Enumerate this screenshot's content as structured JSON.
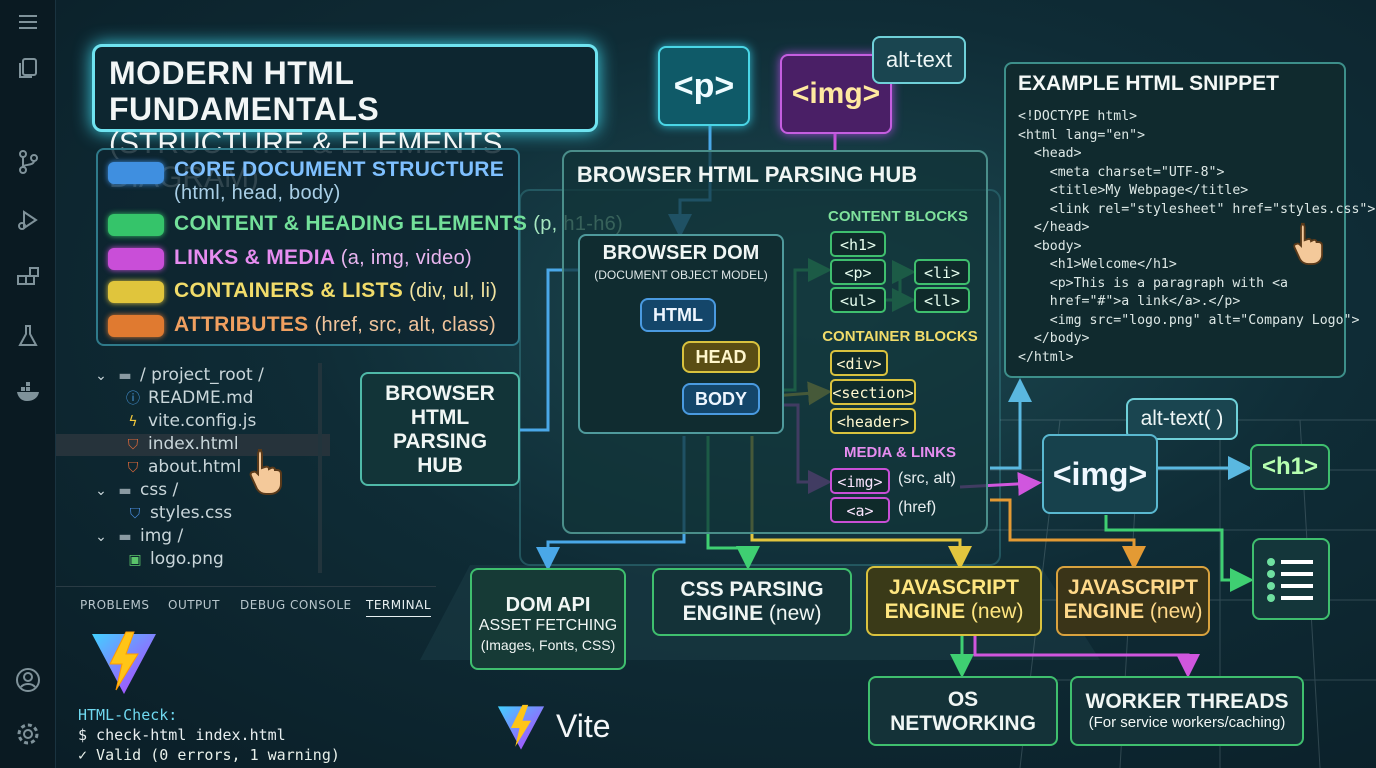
{
  "title": {
    "line1": "MODERN HTML FUNDAMENTALS",
    "line2": "(STRUCTURE & ELEMENTS DIAGRAM)"
  },
  "legend": [
    {
      "title": "CORE DOCUMENT STRUCTURE",
      "sub": "(html, head, body)",
      "color": "#3f8fe0"
    },
    {
      "title": "CONTENT & HEADING ELEMENTS",
      "sub": "(p, h1-h6)",
      "color": "#35c46a"
    },
    {
      "title": "LINKS & MEDIA",
      "sub": "(a, img, video)",
      "color": "#c94ed8"
    },
    {
      "title": "CONTAINERS & LISTS",
      "sub": "(div, ul, li)",
      "color": "#e0c53c"
    },
    {
      "title": "ATTRIBUTES",
      "sub": "(href, src, alt, class)",
      "color": "#e07a30"
    }
  ],
  "explorer": {
    "items": [
      {
        "label": "/ project_root /",
        "icon": "folder-icon"
      },
      {
        "label": "README.md",
        "icon": "info-icon"
      },
      {
        "label": "vite.config.js",
        "icon": "vite-icon"
      },
      {
        "label": "index.html",
        "icon": "html5-icon"
      },
      {
        "label": "about.html",
        "icon": "html5-icon"
      },
      {
        "label": "css /",
        "icon": "folder-icon"
      },
      {
        "label": "styles.css",
        "icon": "css3-icon"
      },
      {
        "label": "img /",
        "icon": "folder-icon"
      },
      {
        "label": "logo.png",
        "icon": "image-icon"
      }
    ]
  },
  "panel": {
    "tabs": [
      "PROBLEMS",
      "OUTPUT",
      "DEBUG CONSOLE",
      "TERMINAL"
    ],
    "active": "TERMINAL"
  },
  "terminal": {
    "lines": [
      "HTML-Check:",
      "$ check-html index.html",
      "✓ Valid (0 errors, 1 warning)"
    ]
  },
  "vite": {
    "label": "Vite"
  },
  "top_tags": {
    "p": "<p>",
    "img": "<img>",
    "alt": "alt-text"
  },
  "hub": {
    "title": "BROWSER HTML PARSING HUB"
  },
  "dom": {
    "title": "BROWSER DOM",
    "subtitle": "(DOCUMENT OBJECT MODEL)",
    "html": "HTML",
    "head": "HEAD",
    "body": "BODY"
  },
  "left_hub": {
    "lines": [
      "BROWSER",
      "HTML",
      "PARSING",
      "HUB"
    ]
  },
  "content_blocks": {
    "title": "CONTENT BLOCKS",
    "h1": "<h1>",
    "p": "<p>",
    "ul": "<ul>",
    "li1": "<li>",
    "li2": "<ll>"
  },
  "container_blocks": {
    "title": "CONTAINER BLOCKS",
    "div": "<div>",
    "section": "<section>",
    "header": "<header>"
  },
  "media_links": {
    "title": "MEDIA & LINKS",
    "img": "<img>",
    "img_attr": "(src, alt)",
    "a": "<a>",
    "a_attr": "(href)"
  },
  "snippet": {
    "title": "EXAMPLE HTML SNIPPET",
    "lines": [
      "<!DOCTYPE html>",
      "<html lang=\"en\">",
      "  <head>",
      "    <meta charset=\"UTF-8\">",
      "    <title>My Webpage</title>",
      "    <link rel=\"stylesheet\" href=\"styles.css\">",
      "  </head>",
      "  <body>",
      "    <h1>Welcome</h1>",
      "    <p>This is a paragraph with <a",
      "    href=\"#\">a link</a>.</p>",
      "    <img src=\"logo.png\" alt=\"Company Logo\">",
      "  </body>",
      "</html>"
    ]
  },
  "right_nodes": {
    "alt": "alt-text( )",
    "img": "<img>",
    "h1": "<h1>"
  },
  "engines": {
    "dom_api": {
      "title": "DOM API",
      "sub1": "ASSET FETCHING",
      "sub2": "(Images, Fonts, CSS)"
    },
    "css": {
      "line1": "CSS PARSING",
      "line2a": "ENGINE",
      "line2b": "(new)"
    },
    "js1": {
      "line1": "JAVASCRIPT",
      "line2a": "ENGINE",
      "line2b": "(new)"
    },
    "js2": {
      "line1": "JAVASCRIPT",
      "line2a": "ENGINE",
      "line2b": "(new)"
    },
    "os": {
      "line1": "OS",
      "line2": "NETWORKING"
    },
    "worker": {
      "title": "WORKER THREADS",
      "sub": "(For service workers/caching)"
    }
  }
}
